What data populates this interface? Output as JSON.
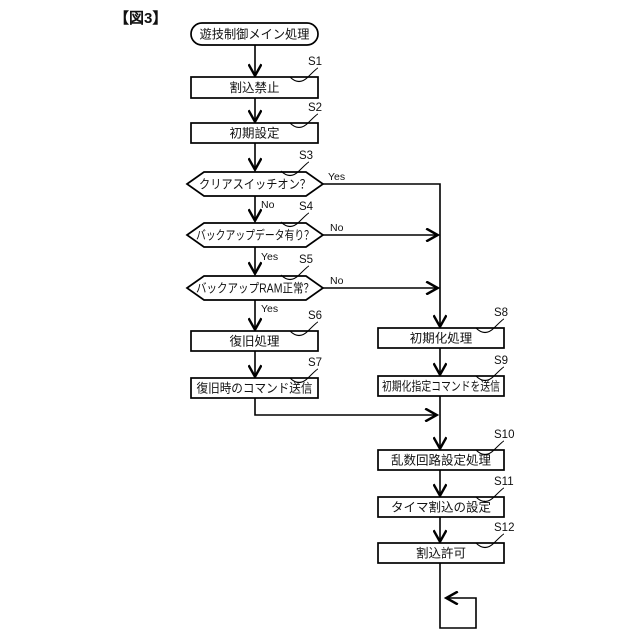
{
  "figure": {
    "title": "【図3】",
    "start_label": "遊技制御メイン処理",
    "steps": {
      "s1": {
        "id": "S1",
        "label": "割込禁止"
      },
      "s2": {
        "id": "S2",
        "label": "初期設定"
      },
      "s3": {
        "id": "S3",
        "label": "クリアスイッチオン？",
        "yes": "Yes",
        "no": "No"
      },
      "s4": {
        "id": "S4",
        "label": "バックアップデータ有り？",
        "yes": "Yes",
        "no": "No"
      },
      "s5": {
        "id": "S5",
        "label": "バックアップRAM正常？",
        "yes": "Yes",
        "no": "No"
      },
      "s6": {
        "id": "S6",
        "label": "復旧処理"
      },
      "s7": {
        "id": "S7",
        "label": "復旧時のコマンド送信"
      },
      "s8": {
        "id": "S8",
        "label": "初期化処理"
      },
      "s9": {
        "id": "S9",
        "label": "初期化指定コマンドを送信"
      },
      "s10": {
        "id": "S10",
        "label": "乱数回路設定処理"
      },
      "s11": {
        "id": "S11",
        "label": "タイマ割込の設定"
      },
      "s12": {
        "id": "S12",
        "label": "割込許可"
      }
    },
    "colors": {
      "line": "#000000",
      "background": "#ffffff"
    }
  }
}
